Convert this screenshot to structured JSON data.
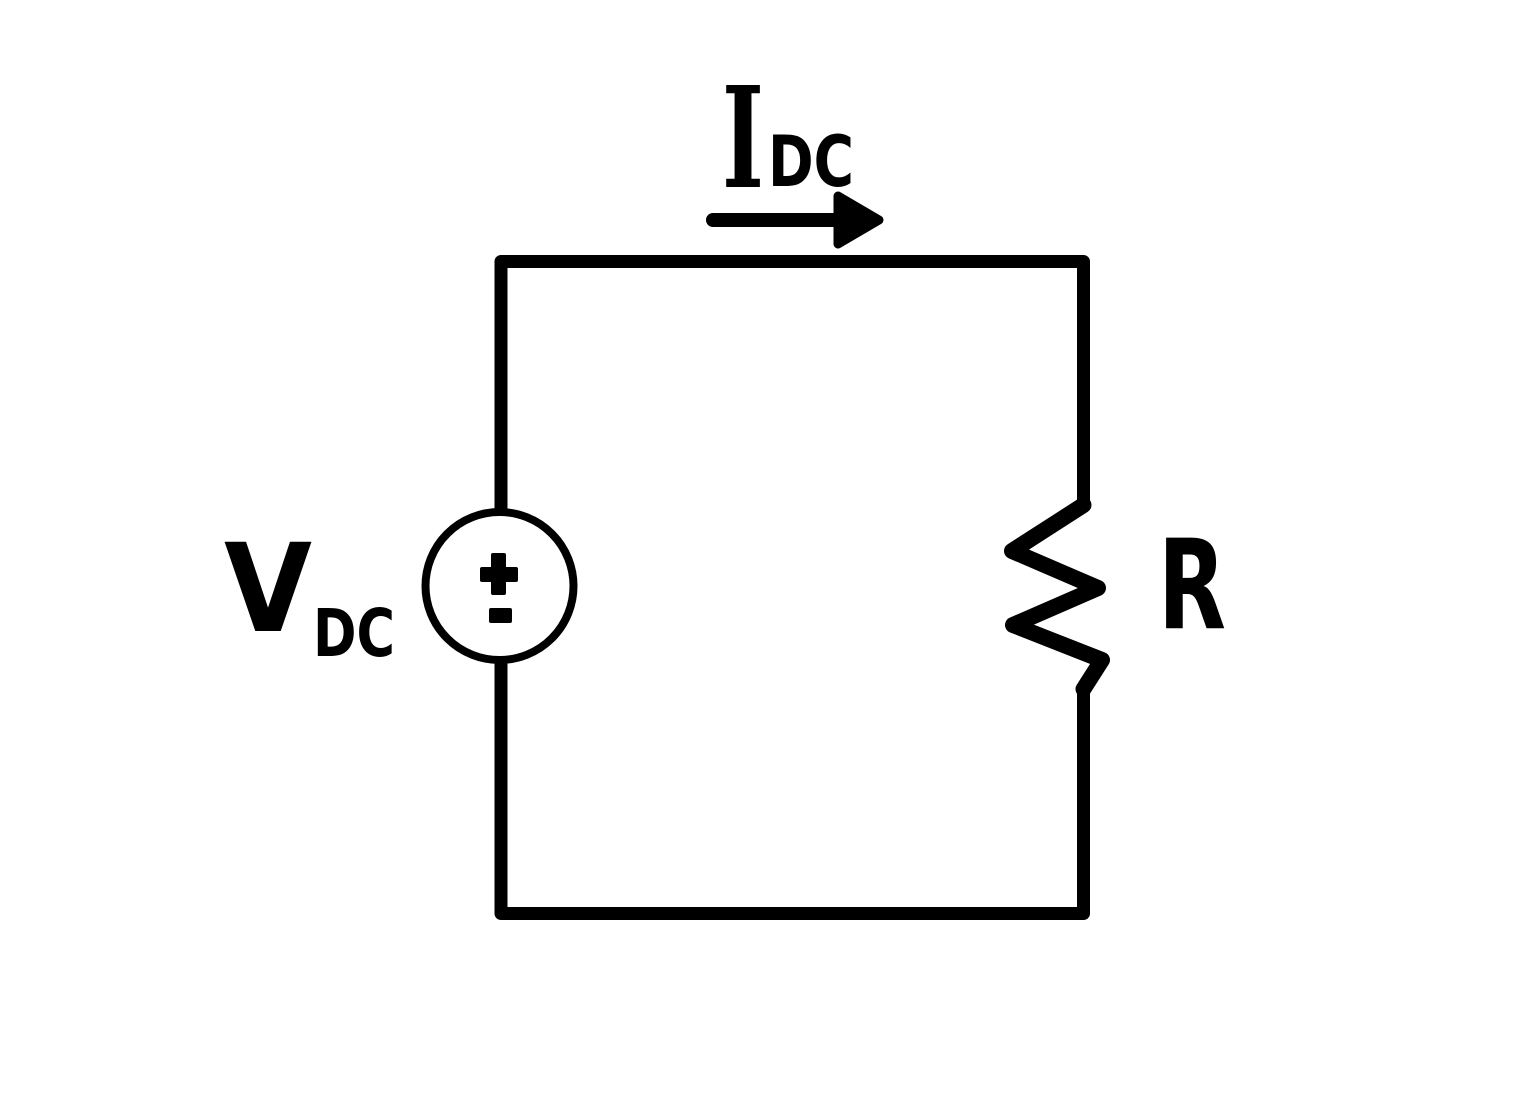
{
  "page": {
    "background_color": "#ffffff",
    "ink_color": "#000000"
  },
  "circuit": {
    "current_label": {
      "symbol": "I",
      "subscript": "DC"
    },
    "current_arrow_direction": "right",
    "source_label": {
      "symbol": "V",
      "subscript": "DC"
    },
    "source_polarity": {
      "top": "+",
      "bottom": "-"
    },
    "resistor_label": {
      "symbol": "R"
    }
  }
}
